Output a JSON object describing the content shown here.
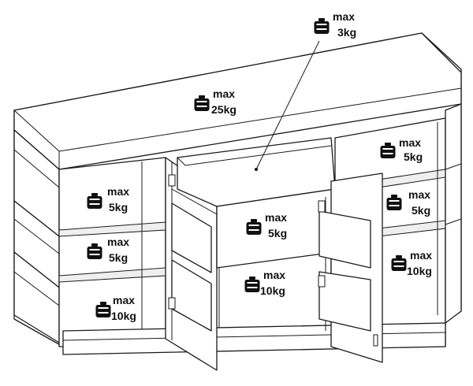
{
  "labels": {
    "top": {
      "line1": "max",
      "line2": "3kg"
    },
    "topboard": {
      "line1": "max",
      "line2": "25kg"
    },
    "left_upper": {
      "line1": "max",
      "line2": "5kg"
    },
    "left_middle": {
      "line1": "max",
      "line2": "5kg"
    },
    "left_lower": {
      "line1": "max",
      "line2": "10kg"
    },
    "center_shelf": {
      "line1": "max",
      "line2": "5kg"
    },
    "center_base": {
      "line1": "max",
      "line2": "10kg"
    },
    "right_upper": {
      "line1": "max",
      "line2": "5kg"
    },
    "right_middle": {
      "line1": "max",
      "line2": "5kg"
    },
    "right_lower": {
      "line1": "max",
      "line2": "10kg"
    }
  },
  "icon": "weight-icon"
}
